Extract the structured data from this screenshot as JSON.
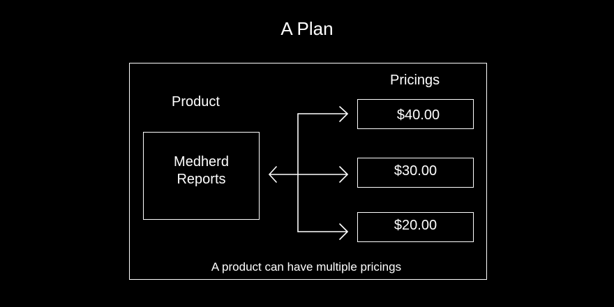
{
  "title": "A Plan",
  "product": {
    "label": "Product",
    "name_line1": "Medherd",
    "name_line2": "Reports"
  },
  "pricings": {
    "label": "Pricings",
    "prices": [
      "$40.00",
      "$30.00",
      "$20.00"
    ]
  },
  "caption": "A product can have multiple pricings"
}
